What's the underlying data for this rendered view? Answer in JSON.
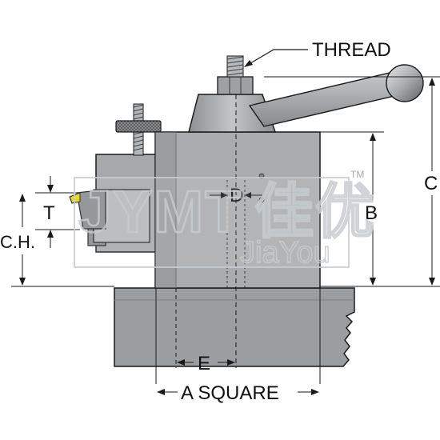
{
  "labels": {
    "thread": "THREAD",
    "c": "C",
    "b": "B",
    "d": "D",
    "t": "T",
    "ch": "C.H.",
    "e": "E",
    "a_square": "A SQUARE"
  },
  "watermark": {
    "brand": "JYMT",
    "chinese": "佳优",
    "sub": "JiaYou",
    "tm": "TM"
  },
  "colors": {
    "body": "#a9acae",
    "body_dark": "#8a8d90",
    "base": "#9b9ea1",
    "handle": "#9ea1a4",
    "insert": "#e8d31a",
    "outline": "#1a1a1a"
  }
}
